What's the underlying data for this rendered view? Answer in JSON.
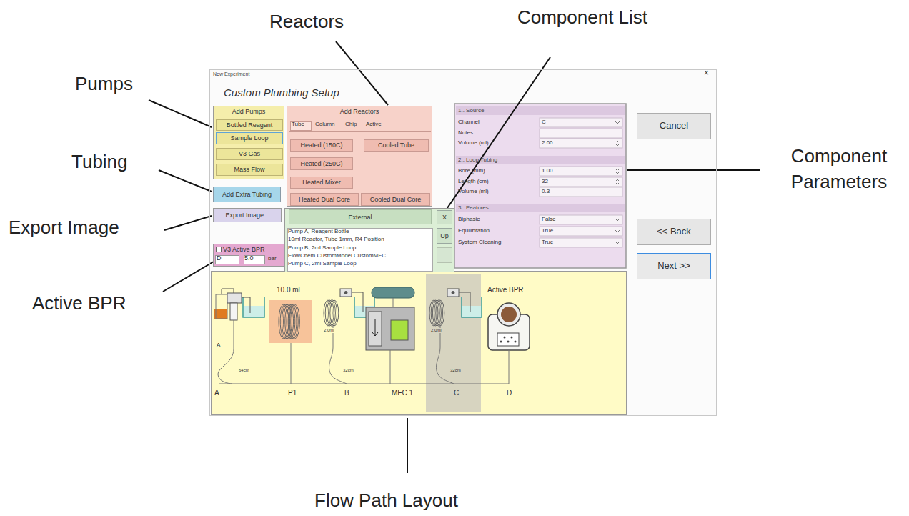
{
  "diagram": {
    "nodes": [
      {
        "text": [
          "New Experiment",
          "Custom Plumbing Setup"
        ]
      },
      {
        "text": [
          "Add Pumps"
        ],
        "in": 0
      },
      {
        "text": [
          "Bottled Reagent"
        ],
        "in": 1
      },
      {
        "text": [
          "Sample Loop"
        ],
        "in": 1
      },
      {
        "text": [
          "V3 Gas"
        ],
        "in": 1
      },
      {
        "text": [
          "Mass Flow"
        ],
        "in": 1
      },
      {
        "text": [
          "Add Extra Tubing"
        ],
        "in": 0
      },
      {
        "text": [
          "Export Image..."
        ],
        "in": 0
      },
      {
        "text": [
          "V3 Active BPR"
        ],
        "in": 0
      },
      {
        "text": [
          "Add Reactors"
        ],
        "in": 0
      },
      {
        "text": [
          "Heated (150C)"
        ],
        "in": 9
      },
      {
        "text": [
          "Cooled Tube"
        ],
        "in": 9
      },
      {
        "text": [
          "Heated (250C)"
        ],
        "in": 9
      },
      {
        "text": [
          "Heated Mixer"
        ],
        "in": 9
      },
      {
        "text": [
          "Heated Dual Core"
        ],
        "in": 9
      },
      {
        "text": [
          "Cooled Dual Core"
        ],
        "in": 9
      },
      {
        "text": [
          "External"
        ],
        "in": 0
      },
      {
        "text": [
          "X"
        ],
        "in": 16
      },
      {
        "text": [
          "Up"
        ],
        "in": 16
      },
      {
        "text": [
          "Cancel"
        ],
        "in": 0
      },
      {
        "text": [
          "<< Back"
        ],
        "in": 0
      },
      {
        "text": [
          "Next >>"
        ],
        "in": 0
      }
    ],
    "labels": [
      "×",
      "Tube",
      "Column",
      "Chip",
      "Active",
      "D",
      "5.0",
      "bar",
      "Pump A, Reagent Bottle",
      "10ml Reactor, Tube 1mm, R4 Position",
      "Pump B, 2ml Sample Loop",
      "FlowChem.CustomModel.CustomMFC",
      "Pump C, 2ml Sample Loop",
      "1.. Source",
      "Channel",
      "C",
      "Notes",
      "Volume (ml)",
      "2.00",
      "2.. Loop Tubing",
      "Bore (mm)",
      "1.00",
      "Length (cm)",
      "32",
      "Volume (ml)",
      "0.3",
      "3.. Features",
      "Biphasic",
      "False",
      "Equilibration",
      "True",
      "System Cleaning",
      "True",
      "10.0 ml",
      "A",
      "64cm",
      "2.0ml",
      "32cm",
      "2.0ml",
      "32cm",
      "Active BPR",
      "A",
      "P1",
      "B",
      "MFC 1",
      "C",
      "D",
      "Reactors",
      "Component List",
      "Pumps",
      "Tubing",
      "Component Parameters",
      "Export Image",
      "Active BPR",
      "Flow Path Layout"
    ]
  }
}
